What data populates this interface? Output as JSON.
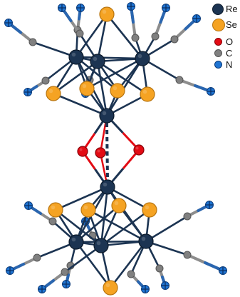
{
  "legend": [
    {
      "symbol": "Re",
      "color": "#1c3452"
    },
    {
      "symbol": "Se",
      "color": "#f5a323"
    },
    {
      "symbol": "O",
      "color": "#e30b14"
    },
    {
      "symbol": "C",
      "color": "#808080"
    },
    {
      "symbol": "N",
      "color": "#1f74d2"
    }
  ],
  "colors": {
    "bond": "#1c3452",
    "re": "#1c3452",
    "se": "#f5a323",
    "o": "#e30b14",
    "c": "#808080",
    "n": "#1f74d2"
  }
}
